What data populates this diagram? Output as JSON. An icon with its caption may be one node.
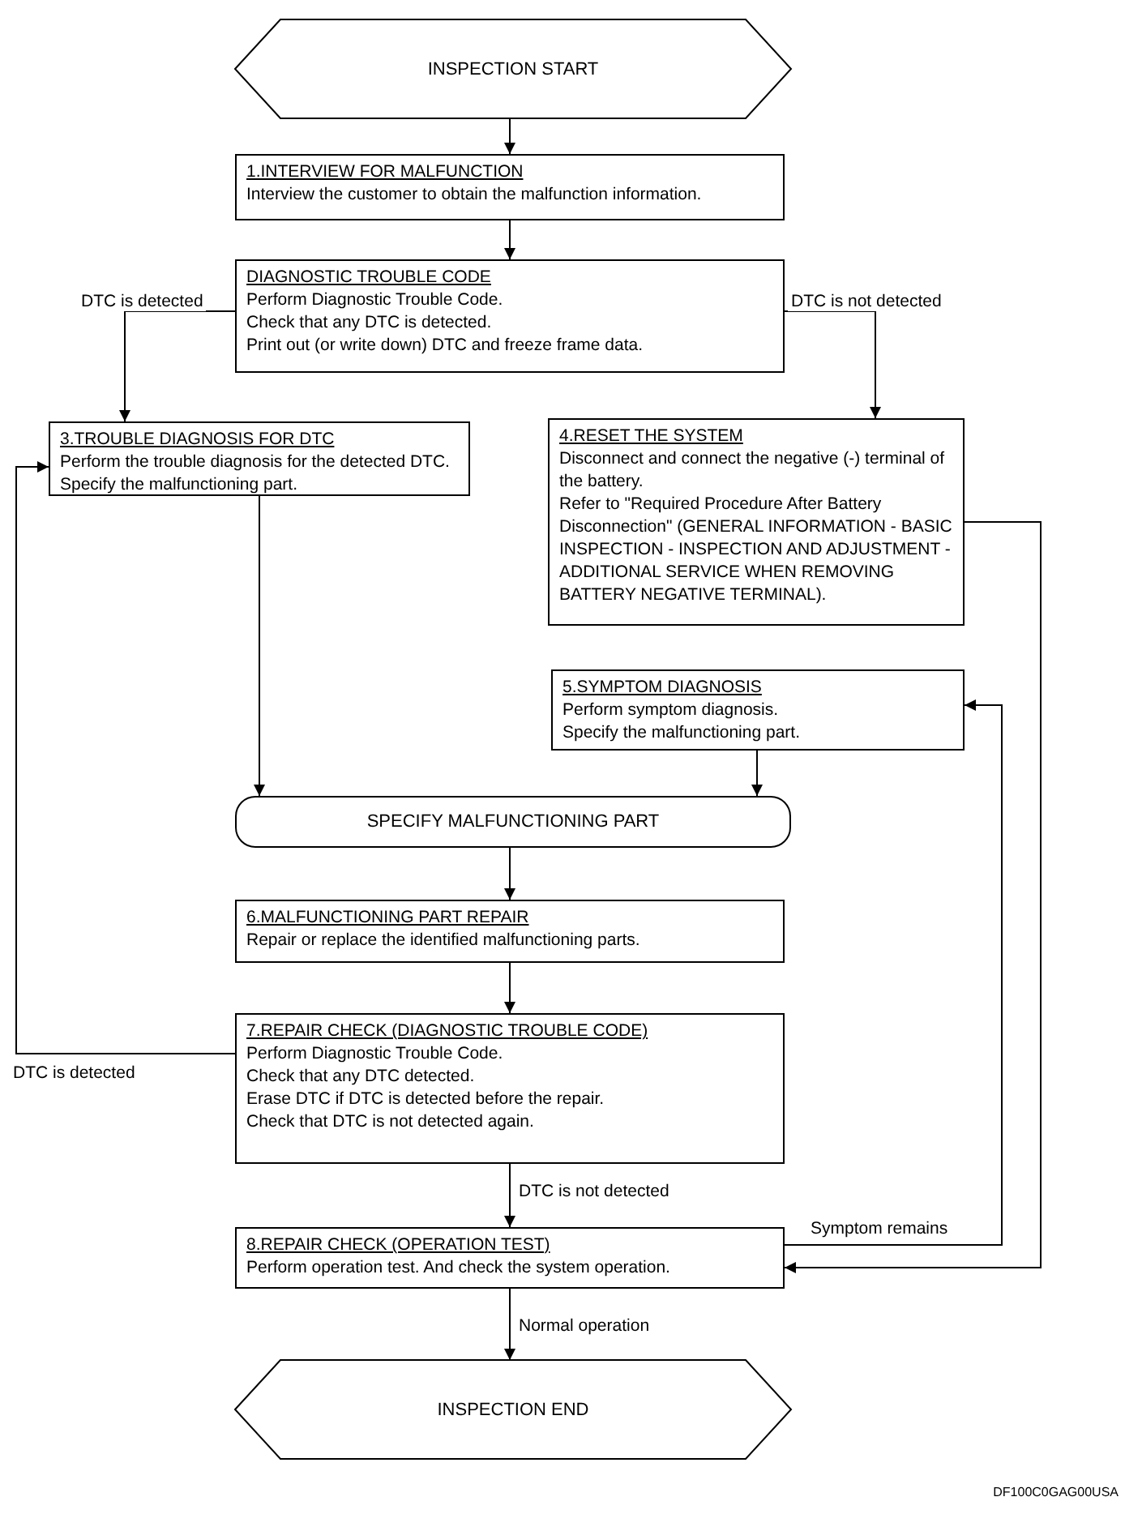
{
  "diagram": {
    "nodes": [
      {
        "text": [
          "INSPECTION START"
        ]
      },
      {
        "text": [
          "1.INTERVIEW FOR MALFUNCTION",
          "Interview the customer to obtain the malfunction information."
        ]
      },
      {
        "text": [
          "DIAGNOSTIC TROUBLE CODE",
          "Perform Diagnostic Trouble Code.",
          "Check that any DTC is detected.",
          "Print out (or write down) DTC and freeze frame data."
        ]
      },
      {
        "text": [
          "3.TROUBLE DIAGNOSIS FOR DTC",
          "Perform the trouble diagnosis for the detected DTC.",
          "Specify the malfunctioning part."
        ]
      },
      {
        "text": [
          "4.RESET THE SYSTEM",
          "Disconnect and connect the negative (-) terminal of the battery.",
          "Refer to \"Required Procedure After Battery Disconnection\" (GENERAL INFORMATION - BASIC INSPECTION - INSPECTION AND ADJUSTMENT - ADDITIONAL SERVICE WHEN REMOVING BATTERY NEGATIVE TERMINAL)."
        ]
      },
      {
        "text": [
          "5.SYMPTOM DIAGNOSIS",
          "Perform symptom diagnosis.",
          "Specify the malfunctioning part."
        ]
      },
      {
        "text": [
          "SPECIFY MALFUNCTIONING PART"
        ]
      },
      {
        "text": [
          "6.MALFUNCTIONING PART REPAIR",
          "Repair or replace the identified malfunctioning parts."
        ]
      },
      {
        "text": [
          "7.REPAIR CHECK (DIAGNOSTIC TROUBLE CODE)",
          "Perform Diagnostic Trouble Code.",
          "Check that any DTC detected.",
          "Erase DTC if DTC is detected before the repair.",
          "Check that DTC is not detected again."
        ]
      },
      {
        "text": [
          "8.REPAIR CHECK (OPERATION TEST)",
          "Perform operation test. And check the system operation."
        ]
      },
      {
        "text": [
          "INSPECTION END"
        ]
      }
    ],
    "edges": [
      {
        "from": 0,
        "to": 1,
        "arrow": "to"
      },
      {
        "from": 1,
        "to": 2,
        "arrow": "to"
      },
      {
        "from": 2,
        "to": 3,
        "arrow": "to",
        "label": "DTC is detected"
      },
      {
        "from": 2,
        "to": 4,
        "arrow": "to",
        "label": "DTC is not detected"
      },
      {
        "from": 3,
        "to": 6,
        "arrow": "to"
      },
      {
        "from": 4,
        "to": 9,
        "arrow": "to"
      },
      {
        "from": 5,
        "to": 6,
        "arrow": "to"
      },
      {
        "from": 6,
        "to": 7,
        "arrow": "to"
      },
      {
        "from": 7,
        "to": 8,
        "arrow": "to"
      },
      {
        "from": 8,
        "to": 3,
        "arrow": "to",
        "label": "DTC is detected"
      },
      {
        "from": 8,
        "to": 9,
        "arrow": "to",
        "label": "DTC is not detected"
      },
      {
        "from": 9,
        "to": 5,
        "arrow": "to",
        "label": "Symptom remains"
      },
      {
        "from": 9,
        "to": 10,
        "arrow": "to",
        "label": "Normal operation"
      }
    ],
    "labels": [
      "DF100C0GAG00USA"
    ]
  }
}
